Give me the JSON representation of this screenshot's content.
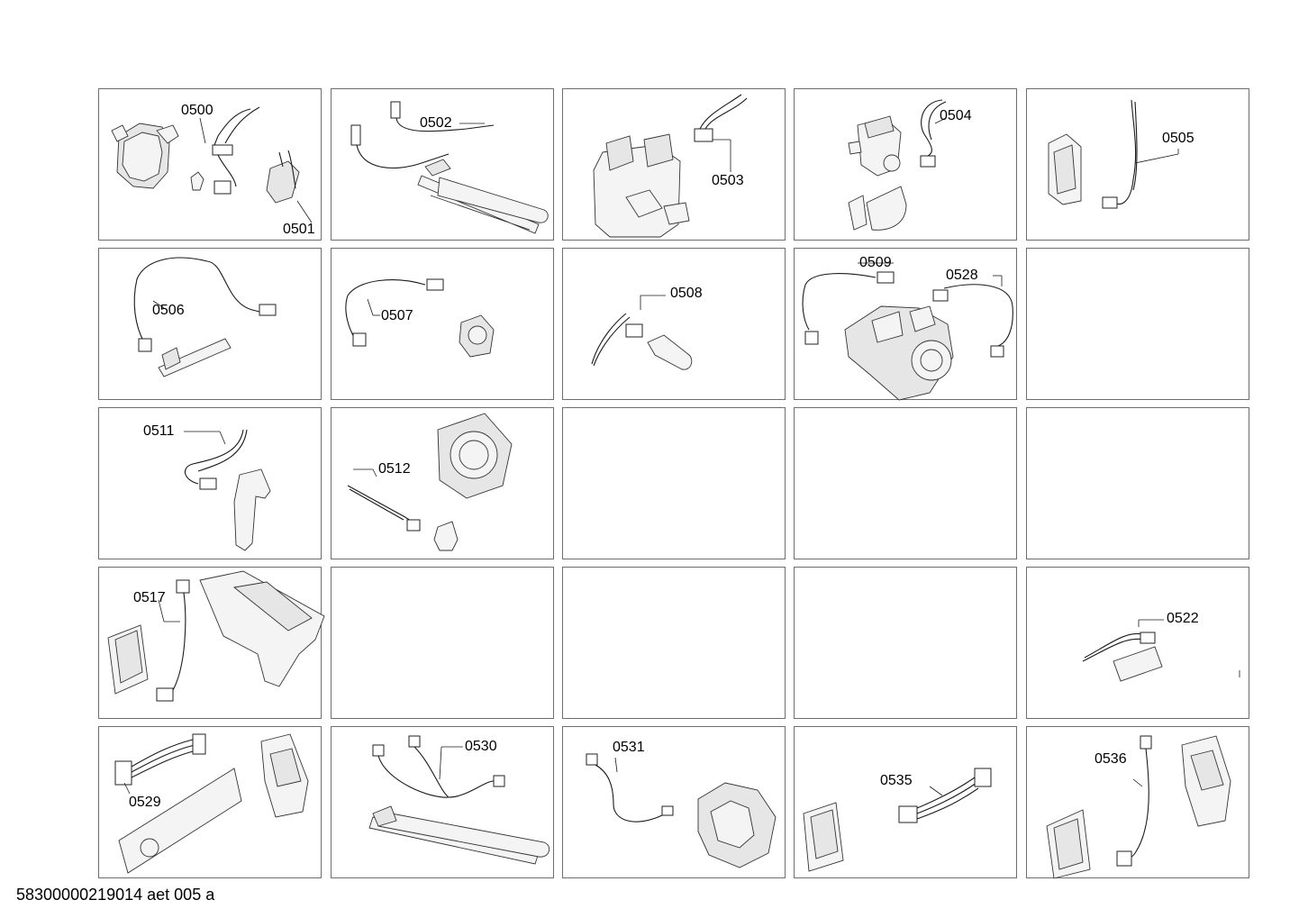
{
  "diagram": {
    "cells": [
      {
        "row": 0,
        "col": 0,
        "labels": [
          "0500",
          "0501"
        ]
      },
      {
        "row": 0,
        "col": 1,
        "labels": [
          "0502"
        ]
      },
      {
        "row": 0,
        "col": 2,
        "labels": [
          "0503"
        ]
      },
      {
        "row": 0,
        "col": 3,
        "labels": [
          "0504"
        ]
      },
      {
        "row": 0,
        "col": 4,
        "labels": [
          "0505"
        ]
      },
      {
        "row": 1,
        "col": 0,
        "labels": [
          "0506"
        ]
      },
      {
        "row": 1,
        "col": 1,
        "labels": [
          "0507"
        ]
      },
      {
        "row": 1,
        "col": 2,
        "labels": [
          "0508"
        ]
      },
      {
        "row": 1,
        "col": 3,
        "labels": [
          "0509",
          "0528"
        ]
      },
      {
        "row": 1,
        "col": 4,
        "labels": []
      },
      {
        "row": 2,
        "col": 0,
        "labels": [
          "0511"
        ]
      },
      {
        "row": 2,
        "col": 1,
        "labels": [
          "0512"
        ]
      },
      {
        "row": 2,
        "col": 2,
        "labels": []
      },
      {
        "row": 2,
        "col": 3,
        "labels": []
      },
      {
        "row": 2,
        "col": 4,
        "labels": []
      },
      {
        "row": 3,
        "col": 0,
        "labels": [
          "0517"
        ]
      },
      {
        "row": 3,
        "col": 1,
        "labels": []
      },
      {
        "row": 3,
        "col": 2,
        "labels": []
      },
      {
        "row": 3,
        "col": 3,
        "labels": []
      },
      {
        "row": 3,
        "col": 4,
        "labels": [
          "0522"
        ]
      },
      {
        "row": 4,
        "col": 0,
        "labels": [
          "0529"
        ]
      },
      {
        "row": 4,
        "col": 1,
        "labels": [
          "0530"
        ]
      },
      {
        "row": 4,
        "col": 2,
        "labels": [
          "0531"
        ]
      },
      {
        "row": 4,
        "col": 3,
        "labels": [
          "0535"
        ]
      },
      {
        "row": 4,
        "col": 4,
        "labels": [
          "0536"
        ]
      }
    ]
  },
  "footer": {
    "text": "58300000219014 aet 005 a"
  }
}
